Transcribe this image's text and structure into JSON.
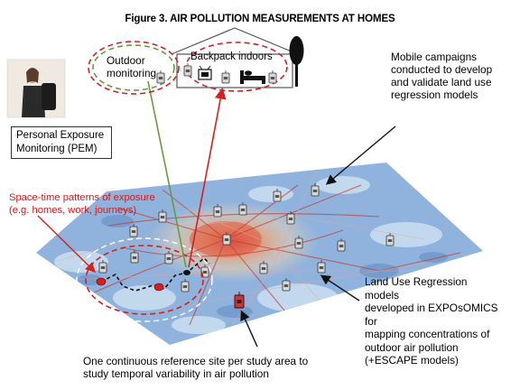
{
  "figure_title": "Figure 3. AIR POLLUTION MEASUREMENTS AT HOMES",
  "labels": {
    "outdoor_monitoring": [
      "Outdoor",
      "monitoring"
    ],
    "backpack_indoors": "Backpack indoors",
    "mobile_campaigns": [
      "Mobile campaigns",
      "conducted to develop",
      "and validate land use",
      "regression models"
    ],
    "pem": [
      "Personal Exposure",
      "Monitoring (PEM)"
    ],
    "space_time": [
      "Space-time patterns of exposure",
      "(e.g. homes, work, journeys)"
    ],
    "lur": [
      "Land Use Regression",
      "models",
      "developed in EXPOsOMICS",
      "for",
      "mapping concentrations of",
      "outdoor air pollution",
      "(+ESCAPE models)"
    ],
    "reference_site": [
      "One continuous reference site per study area to",
      "study temporal variability in air pollution"
    ]
  },
  "colors": {
    "red": "#cc1b1b",
    "green": "#6a9a3c",
    "map_blue": "#8fb3dd",
    "pollution_core": "#e87a5a"
  },
  "icons": [
    "backpack-person-photo",
    "house-icon",
    "tree-icon",
    "tv-icon",
    "bed-icon",
    "monitor-icon",
    "reference-site-icon"
  ]
}
